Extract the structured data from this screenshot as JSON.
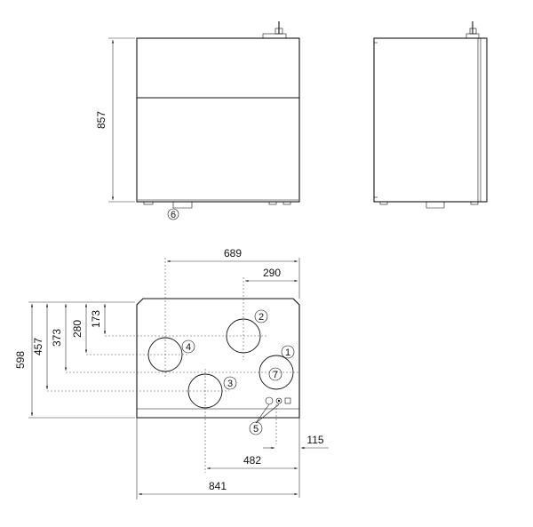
{
  "front_view": {
    "height_dim": "857",
    "drain_callout": "6"
  },
  "side_view": {},
  "top_view": {
    "dims": {
      "w_689": "689",
      "w_290": "290",
      "w_115": "115",
      "w_482": "482",
      "w_841": "841",
      "h_598": "598",
      "h_457": "457",
      "h_373": "373",
      "h_280": "280",
      "h_173": "173"
    },
    "callouts": {
      "c1": "1",
      "c2": "2",
      "c3": "3",
      "c4": "4",
      "c5": "5",
      "c7": "7"
    }
  }
}
